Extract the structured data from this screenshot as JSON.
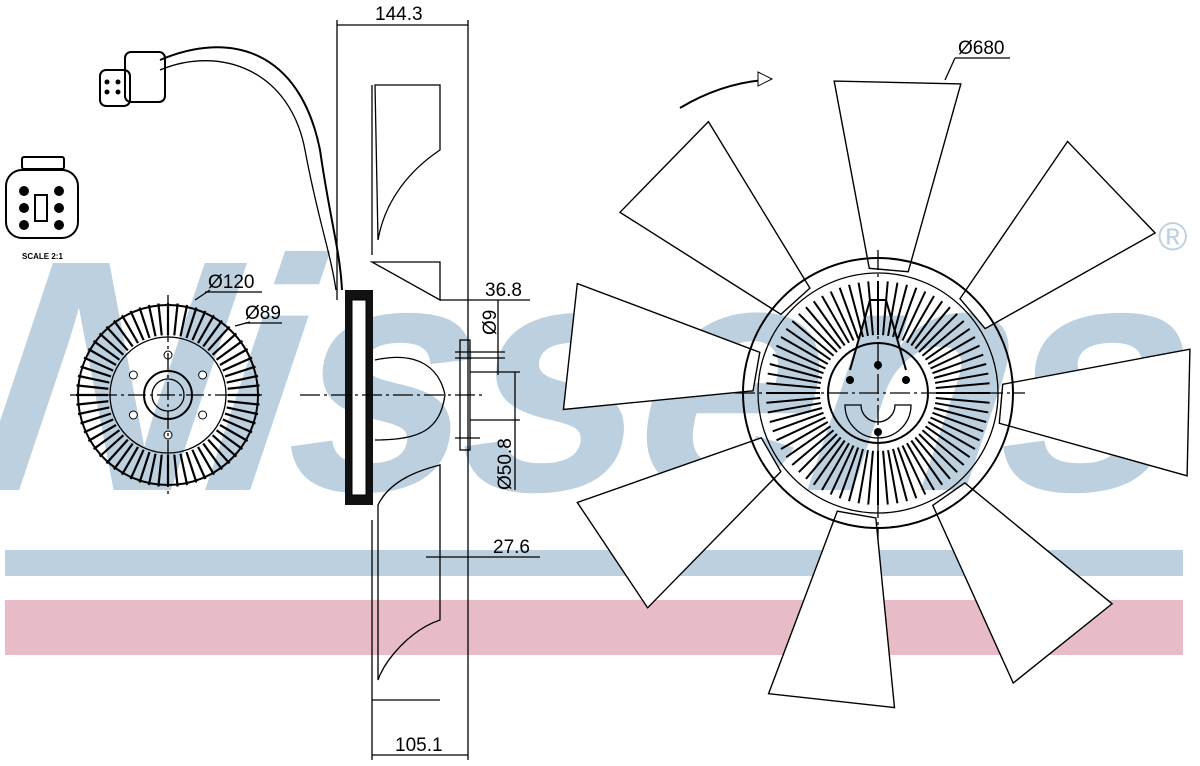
{
  "watermark": {
    "brand": "Nissens",
    "registered": "®",
    "color": "#bcd0df"
  },
  "bands": {
    "blue": "#bcd0df",
    "pink": "#e8bcc6"
  },
  "connector_detail": {
    "scale_label": "SCALE 2:1"
  },
  "clutch_front": {
    "outer_diameter": "Ø120",
    "inner_diameter": "Ø89"
  },
  "side_view": {
    "overall_width": "144.3",
    "hub_offset": "36.8",
    "bolt_hole": "Ø9",
    "pilot_diameter": "Ø50.8",
    "blade_offset": "27.6",
    "base_width": "105.1"
  },
  "fan_front": {
    "diameter": "Ø680",
    "blade_count": 8
  }
}
